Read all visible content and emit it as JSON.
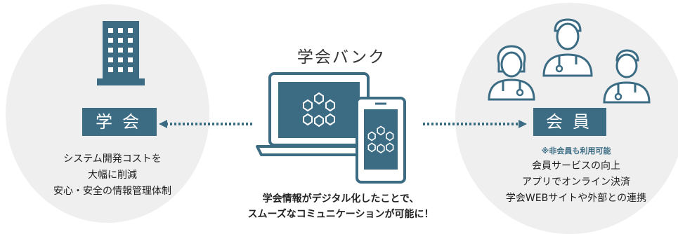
{
  "left": {
    "label": "学会",
    "description": [
      "システム開発コストを",
      "大幅に削減",
      "安心・安全の情報管理体制"
    ]
  },
  "center": {
    "title": "学会バンク",
    "caption": [
      "学会情報がデジタル化したことで、",
      "スムーズなコミュニケーションが可能に！"
    ]
  },
  "right": {
    "label": "会員",
    "note": "※非会員も利用可能",
    "description": [
      "会員サービスの向上",
      "アプリでオンライン決済",
      "学会WEBサイトや外部との連携"
    ]
  },
  "colors": {
    "accent": "#3b6c84",
    "circle": "#efefef"
  },
  "icons": [
    "building-icon",
    "laptop-icon",
    "smartphone-icon",
    "doctor-icon",
    "hexagon-logo-icon"
  ]
}
